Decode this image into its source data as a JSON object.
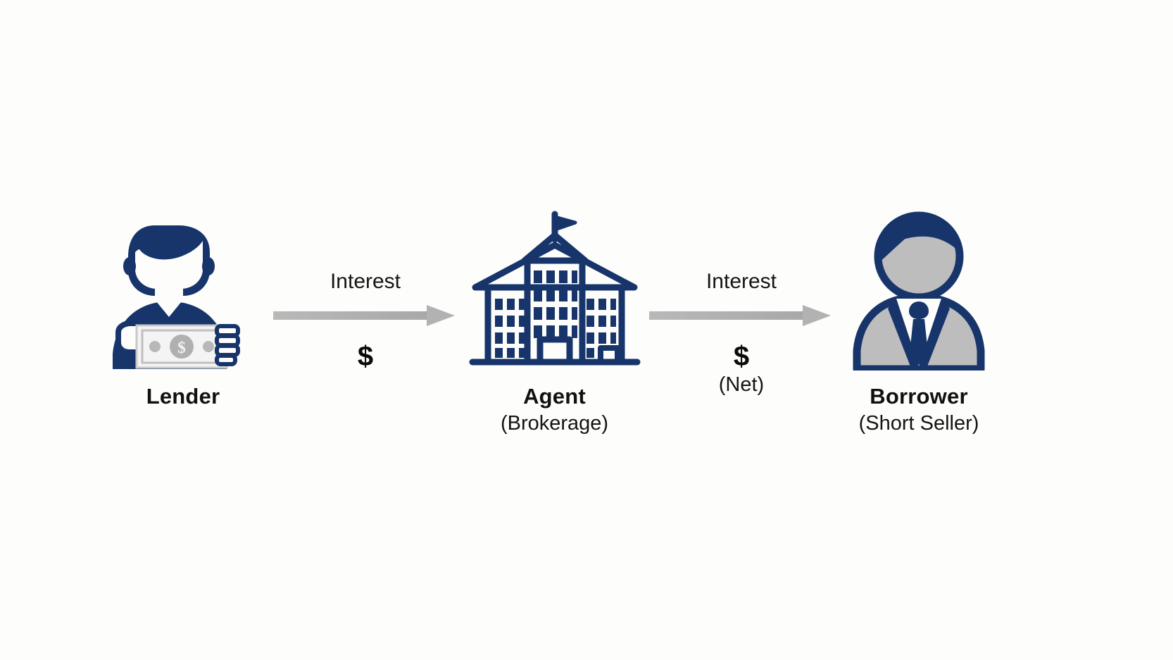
{
  "diagram": {
    "background_color": "#fdfdfc",
    "accent_color": "#17356b",
    "arrow_color": "#b3b3b3",
    "gray_fill": "#bdbdbd",
    "text_color": "#111111"
  },
  "nodes": [
    {
      "id": "lender",
      "icon": "person-holding-banknote-icon",
      "label": "Lender",
      "sublabel": ""
    },
    {
      "id": "agent",
      "icon": "institution-building-icon",
      "label": "Agent",
      "sublabel": "(Brokerage)"
    },
    {
      "id": "borrower",
      "icon": "businessperson-suit-icon",
      "label": "Borrower",
      "sublabel": "(Short Seller)"
    }
  ],
  "flows": [
    {
      "id": "lender-to-agent",
      "label": "Interest",
      "amount": "$",
      "note": "",
      "icon": "right-arrow-icon"
    },
    {
      "id": "agent-to-borrower",
      "label": "Interest",
      "amount": "$",
      "note": "(Net)",
      "icon": "right-arrow-icon"
    }
  ]
}
